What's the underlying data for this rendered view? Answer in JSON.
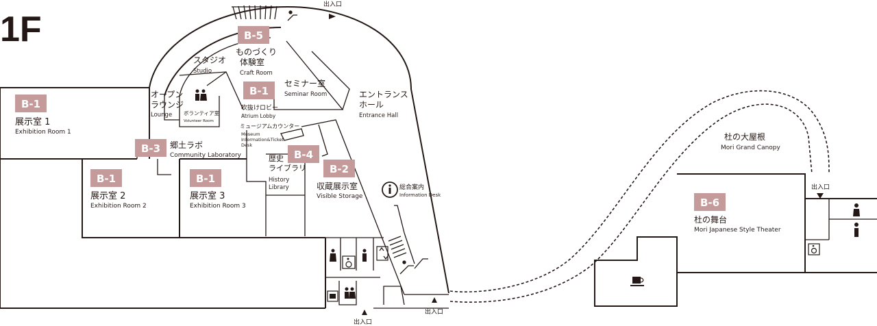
{
  "floor": "1F",
  "colors": {
    "badge": "#c49a9b",
    "badge_text": "#ffffff",
    "line": "#231815"
  },
  "rooms": {
    "exh1": {
      "code": "B-1",
      "ja": "展示室 1",
      "en": "Exhibition Room 1"
    },
    "exh2": {
      "code": "B-1",
      "ja": "展示室 2",
      "en": "Exhibition Room 2"
    },
    "exh3": {
      "code": "B-1",
      "ja": "展示室 3",
      "en": "Exhibition Room 3"
    },
    "atrium": {
      "code": "B-1",
      "ja": "吹抜けロビー",
      "en": "Atrium Lobby"
    },
    "community": {
      "code": "B-3",
      "ja": "郷土ラボ",
      "en": "Community Laboratory"
    },
    "history": {
      "code": "B-4",
      "ja1": "歴史",
      "ja2": "ライブラリ",
      "en1": "History",
      "en2": "Library"
    },
    "storage": {
      "code": "B-2",
      "ja": "収蔵展示室",
      "en": "Visible Storage"
    },
    "craft": {
      "code": "B-5",
      "ja1": "ものづくり",
      "ja2": "体験室",
      "en": "Craft Room"
    },
    "theater": {
      "code": "B-6",
      "ja": "杜の舞台",
      "en": "Mori Japanese Style Theater"
    },
    "studio": {
      "ja": "スタジオ",
      "en": "Studio"
    },
    "lounge": {
      "ja1": "オープン",
      "ja2": "ラウンジ",
      "en": "Lounge"
    },
    "volunteer": {
      "ja": "ボランティア室",
      "en": "Volunteer Room"
    },
    "seminar": {
      "ja": "セミナー室",
      "en": "Seminar Room"
    },
    "entrance": {
      "ja1": "エントランス",
      "ja2": "ホール",
      "en": "Entrance Hall"
    },
    "museum_desk": {
      "ja": "ミュージアムカウンター",
      "en1": "Museum",
      "en2": "Information&Ticket",
      "en3": "Desk"
    },
    "info_desk": {
      "ja": "総合案内",
      "en": "Information Desk"
    },
    "canopy": {
      "ja": "杜の大屋根",
      "en": "Mori Grand Canopy"
    }
  },
  "exits": {
    "label": "出入口"
  },
  "icons": [
    "restroom-icon",
    "wheelchair-icon",
    "elevator-icon",
    "escalator-icon",
    "stairs-icon",
    "information-icon",
    "cafe-icon",
    "nursing-icon"
  ]
}
